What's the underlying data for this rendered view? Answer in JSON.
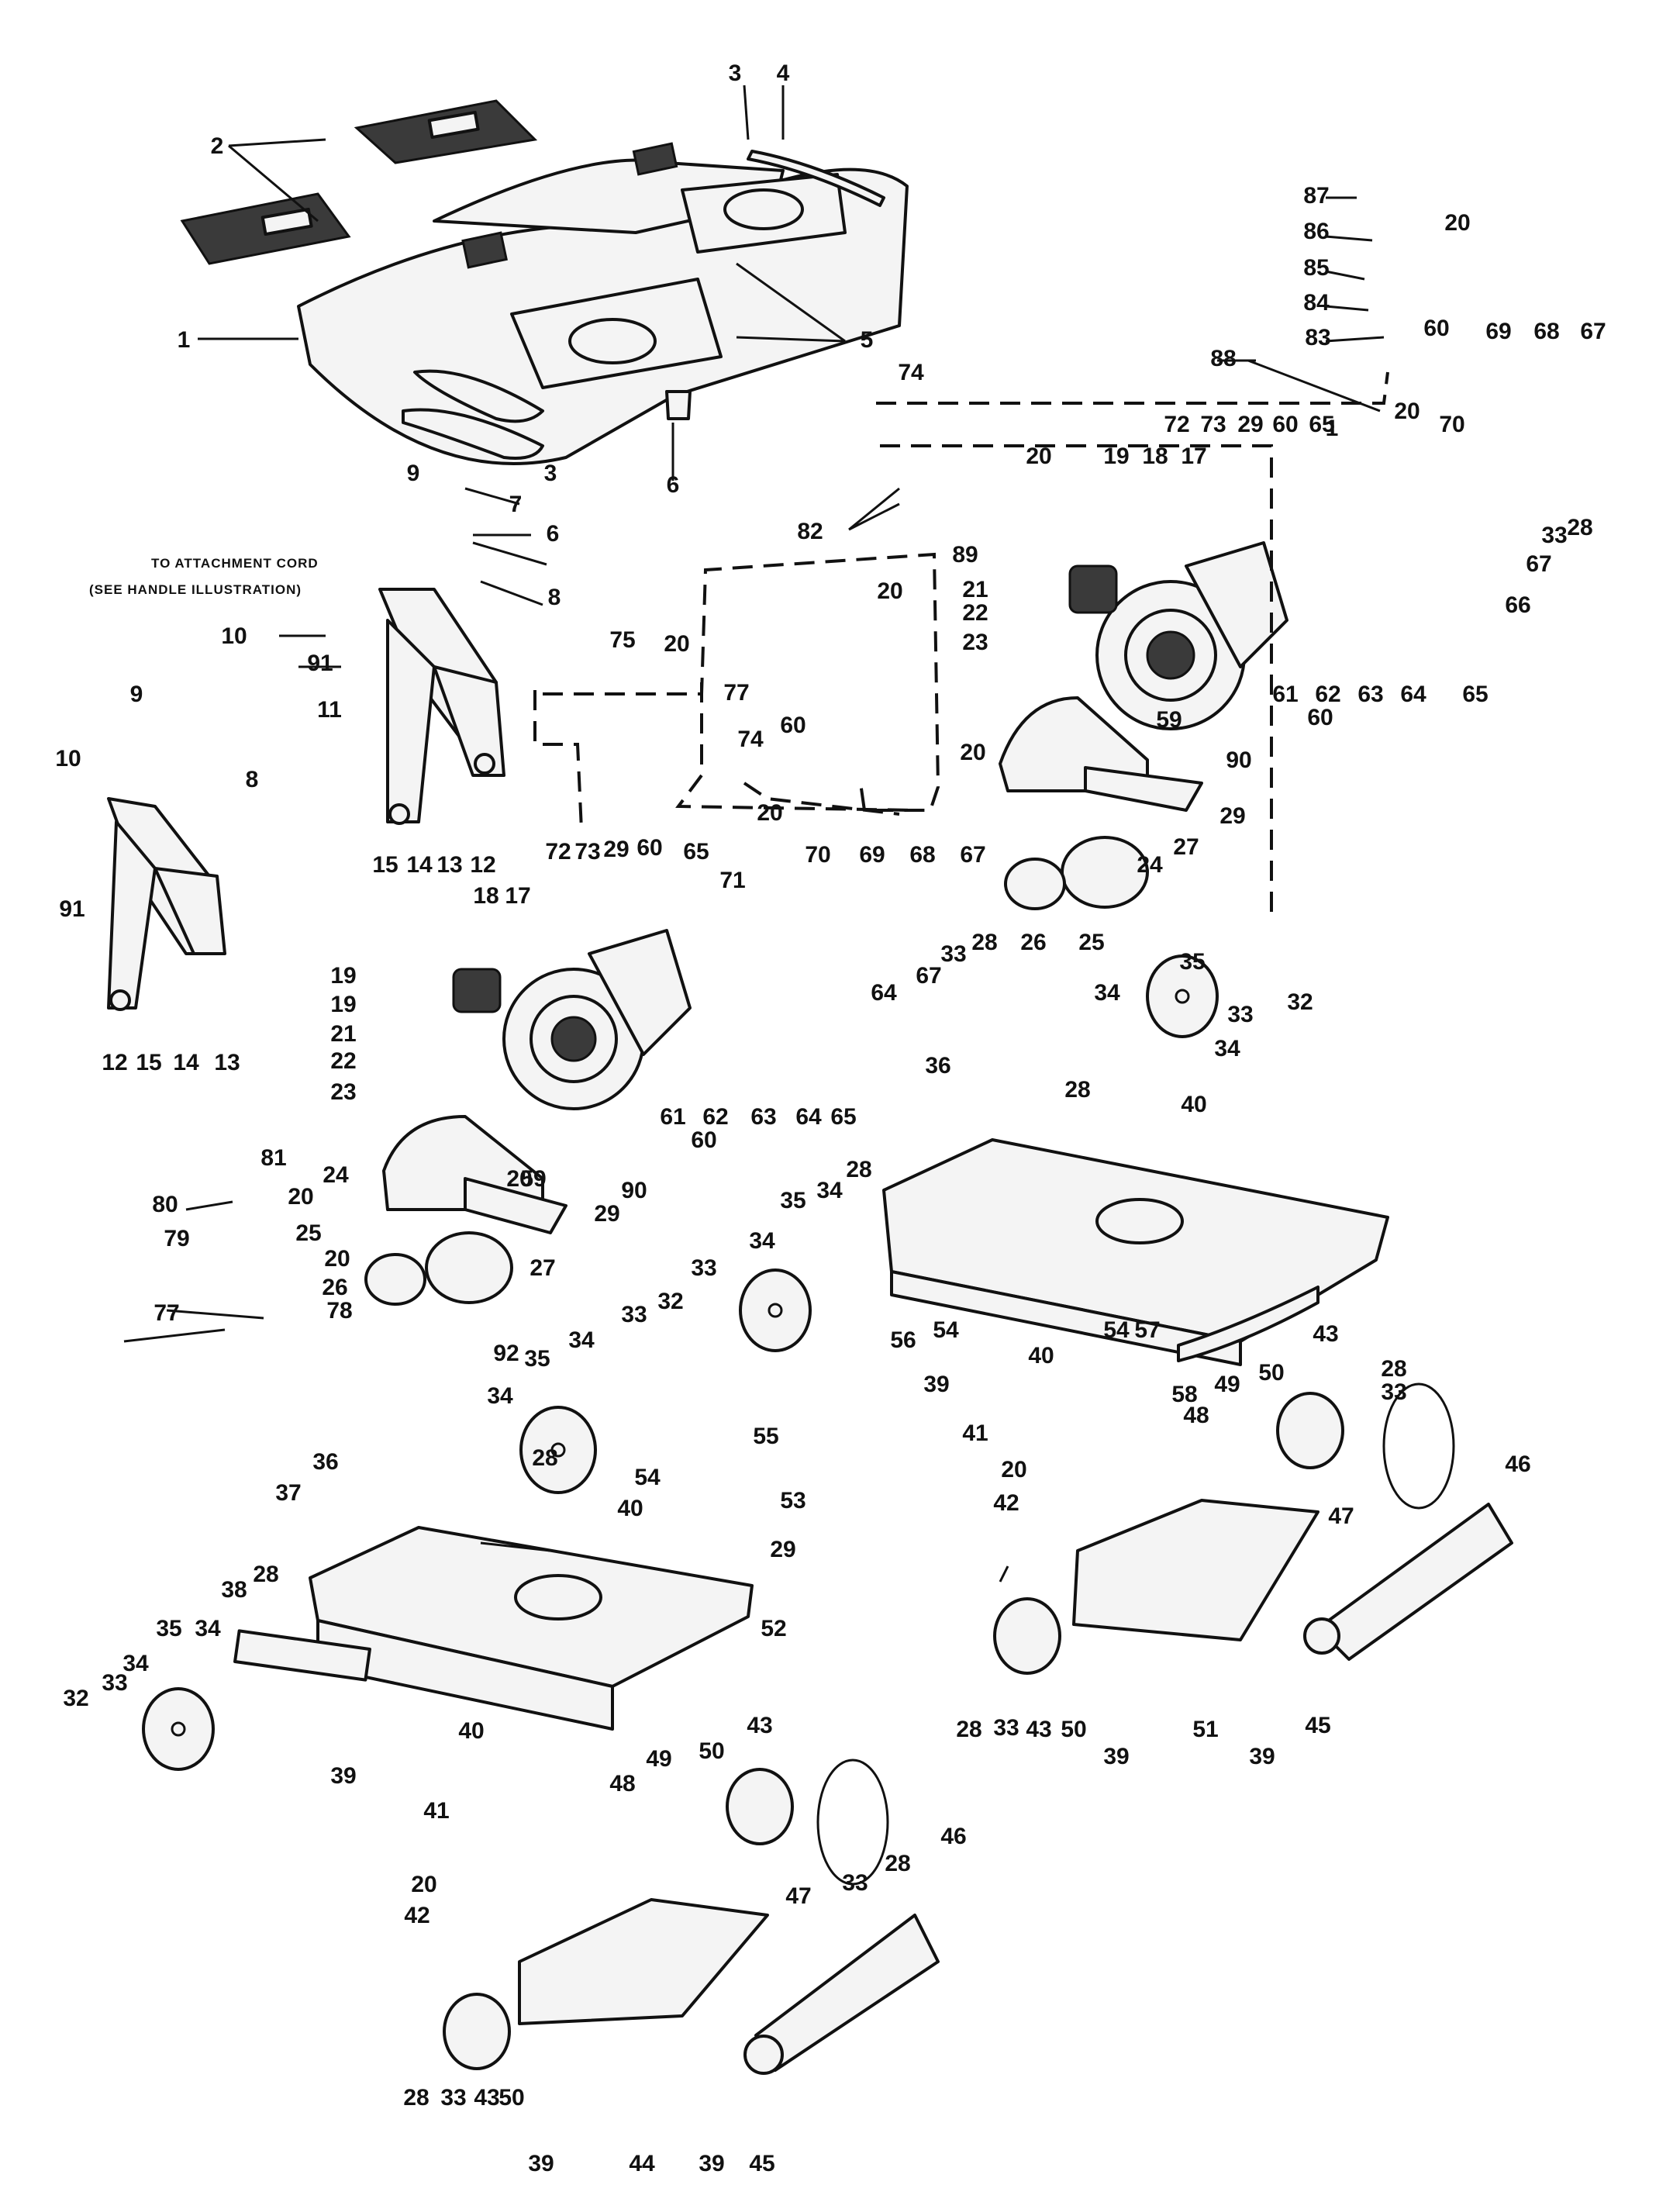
{
  "note": {
    "line1": "TO ATTACHMENT CORD",
    "line2": "(SEE HANDLE ILLUSTRATION)"
  },
  "callouts": [
    "1",
    "2",
    "3",
    "4",
    "5",
    "6",
    "7",
    "8",
    "9",
    "10",
    "11",
    "12",
    "13",
    "14",
    "15",
    "17",
    "18",
    "19",
    "20",
    "21",
    "22",
    "23",
    "24",
    "25",
    "26",
    "27",
    "28",
    "29",
    "32",
    "33",
    "34",
    "35",
    "36",
    "37",
    "38",
    "39",
    "40",
    "41",
    "42",
    "43",
    "44",
    "45",
    "46",
    "47",
    "48",
    "49",
    "50",
    "51",
    "52",
    "53",
    "54",
    "55",
    "56",
    "57",
    "58",
    "59",
    "60",
    "61",
    "62",
    "63",
    "64",
    "65",
    "66",
    "67",
    "68",
    "69",
    "70",
    "71",
    "72",
    "73",
    "74",
    "75",
    "77",
    "78",
    "79",
    "80",
    "81",
    "82",
    "83",
    "84",
    "85",
    "86",
    "87",
    "88",
    "89",
    "90",
    "91",
    "92"
  ]
}
